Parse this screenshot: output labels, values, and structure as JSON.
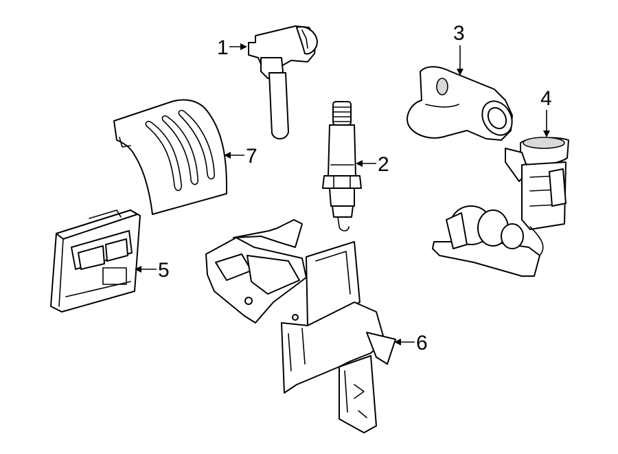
{
  "callouts": [
    {
      "id": "1",
      "label": "1"
    },
    {
      "id": "2",
      "label": "2"
    },
    {
      "id": "3",
      "label": "3"
    },
    {
      "id": "4",
      "label": "4"
    },
    {
      "id": "5",
      "label": "5"
    },
    {
      "id": "6",
      "label": "6"
    },
    {
      "id": "7",
      "label": "7"
    }
  ],
  "colors": {
    "line": "#000000",
    "background": "#ffffff",
    "shade": "#d9d9d9"
  }
}
